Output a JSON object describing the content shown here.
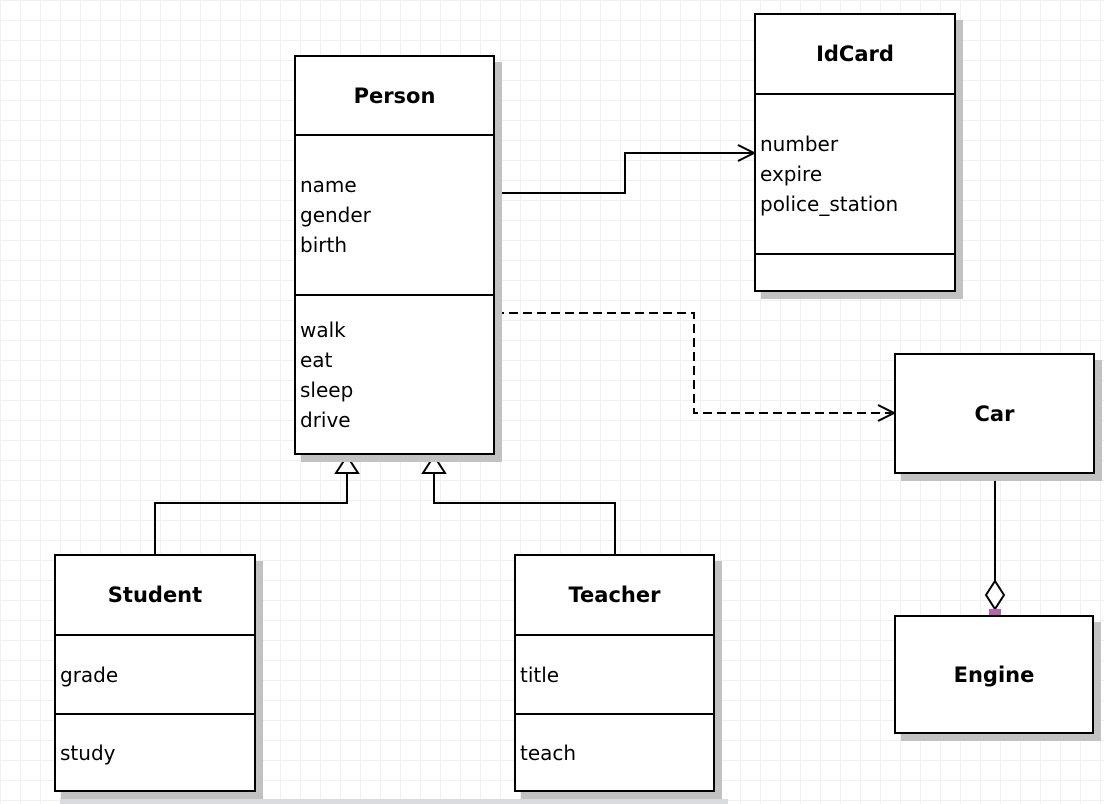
{
  "canvas": {
    "background_color": "#ffffff",
    "grid_line_color": "#f0f0f2",
    "shape_border_color": "#000000",
    "shape_fill_color": "#ffffff",
    "shadow_color": "#c2c2c2",
    "connection_point_color": "#b464b0"
  },
  "classes": {
    "person": {
      "name": "Person",
      "attributes": [
        "name",
        "gender",
        "birth"
      ],
      "methods": [
        "walk",
        "eat",
        "sleep",
        "drive"
      ]
    },
    "idcard": {
      "name": "IdCard",
      "attributes": [
        "number",
        "expire",
        "police_station"
      ],
      "methods": []
    },
    "car": {
      "name": "Car",
      "attributes": [],
      "methods": []
    },
    "engine": {
      "name": "Engine",
      "attributes": [],
      "methods": []
    },
    "student": {
      "name": "Student",
      "attributes": [
        "grade"
      ],
      "methods": [
        "study"
      ]
    },
    "teacher": {
      "name": "Teacher",
      "attributes": [
        "title"
      ],
      "methods": [
        "teach"
      ]
    }
  },
  "relationships": [
    {
      "type": "association",
      "from": "Person",
      "to": "IdCard",
      "line": "solid",
      "end": "open-arrow"
    },
    {
      "type": "dependency",
      "from": "Person",
      "to": "Car",
      "line": "dashed",
      "end": "open-arrow"
    },
    {
      "type": "generalization",
      "from": "Student",
      "to": "Person",
      "line": "solid",
      "end": "hollow-triangle"
    },
    {
      "type": "generalization",
      "from": "Teacher",
      "to": "Person",
      "line": "solid",
      "end": "hollow-triangle"
    },
    {
      "type": "aggregation",
      "from": "Car",
      "to": "Engine",
      "line": "solid",
      "end": "hollow-diamond"
    }
  ]
}
